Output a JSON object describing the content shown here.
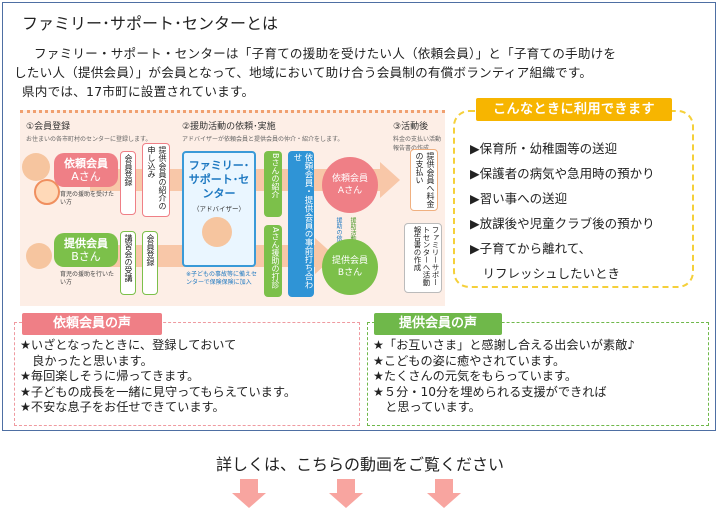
{
  "title": "ファミリー･サポート･センターとは",
  "intro": {
    "line1": "ファミリー・サポート・センターは「子育ての援助を受けたい人（依頼会員）」と「子育ての手助けを",
    "line2": "したい人（提供会員）」が会員となって、地域において助け合う会員制の有償ボランティア組織です。",
    "line3": "県内では、17市町に設置されています。"
  },
  "diagram": {
    "step1": {
      "title": "①会員登録",
      "sub": "お住まいの各市町村のセンターに登録します。"
    },
    "step2": {
      "title": "②援助活動の依頼･実施",
      "sub": "アドバイザーが依頼会員と提供会員の仲介・紹介をします。"
    },
    "step3": {
      "title": "③活動後",
      "sub": "料金の支払い活動報告書の作成"
    },
    "requester": {
      "name": "依頼会員",
      "who": "Aさん",
      "desc": "育児の援助を受けたい方"
    },
    "provider": {
      "name": "提供会員",
      "who": "Bさん",
      "desc": "育児の援助を行いたい方"
    },
    "boxes": {
      "reg_a": "会員登録",
      "intro_a": "提供会員の紹介の申し込み",
      "course_b": "講習会の受講",
      "reg_b": "会員登録",
      "b_intro": "Bさんの紹介",
      "a_support": "Aさん援助の打診",
      "meeting": "依頼会員・提供会員の事前打ち合わせ",
      "pay": "提供会員へ料金の支払い",
      "report": "ファミリーサポートセンターへ活動報告書の作成"
    },
    "center": {
      "name": "ファミリー･サポート･センター",
      "role": "（アドバイザー）",
      "note": "※子どもの事故等に備えセンターで保険保険に加入"
    },
    "circle_a": {
      "name": "依頼会員",
      "who": "Aさん"
    },
    "circle_b": {
      "name": "提供会員",
      "who": "Bさん"
    },
    "mini1": "援助の依頼",
    "mini2": "援助活動の実施"
  },
  "when": {
    "heading": "こんなときに利用できます",
    "items": [
      "▶保育所・幼稚園等の送迎",
      "▶保護者の病気や急用時の預かり",
      "▶習い事への送迎",
      "▶放課後や児童クラブ後の預かり",
      "▶子育てから離れて、",
      "　リフレッシュしたいとき"
    ]
  },
  "voices_requester": {
    "heading": "依頼会員の声",
    "items": [
      "★いざとなったときに、登録しておいて",
      "　良かったと思います。",
      "★毎回楽しそうに帰ってきます。",
      "★子どもの成長を一緒に見守ってもらえています。",
      "★不安な息子をお任せできています。"
    ]
  },
  "voices_provider": {
    "heading": "提供会員の声",
    "items": [
      "★「お互いさま」と感謝し合える出会いが素敵♪",
      "★こどもの姿に癒やされています。",
      "★たくさんの元気をもらっています。",
      "★５分・10分を埋められる支援ができれば",
      "　と思っています。"
    ]
  },
  "footer": "詳しくは、こちらの動画をご覧ください",
  "colors": {
    "requester": "#ef7f86",
    "provider": "#7cc04a",
    "accent": "#f7b500",
    "center": "#2f94d6"
  }
}
